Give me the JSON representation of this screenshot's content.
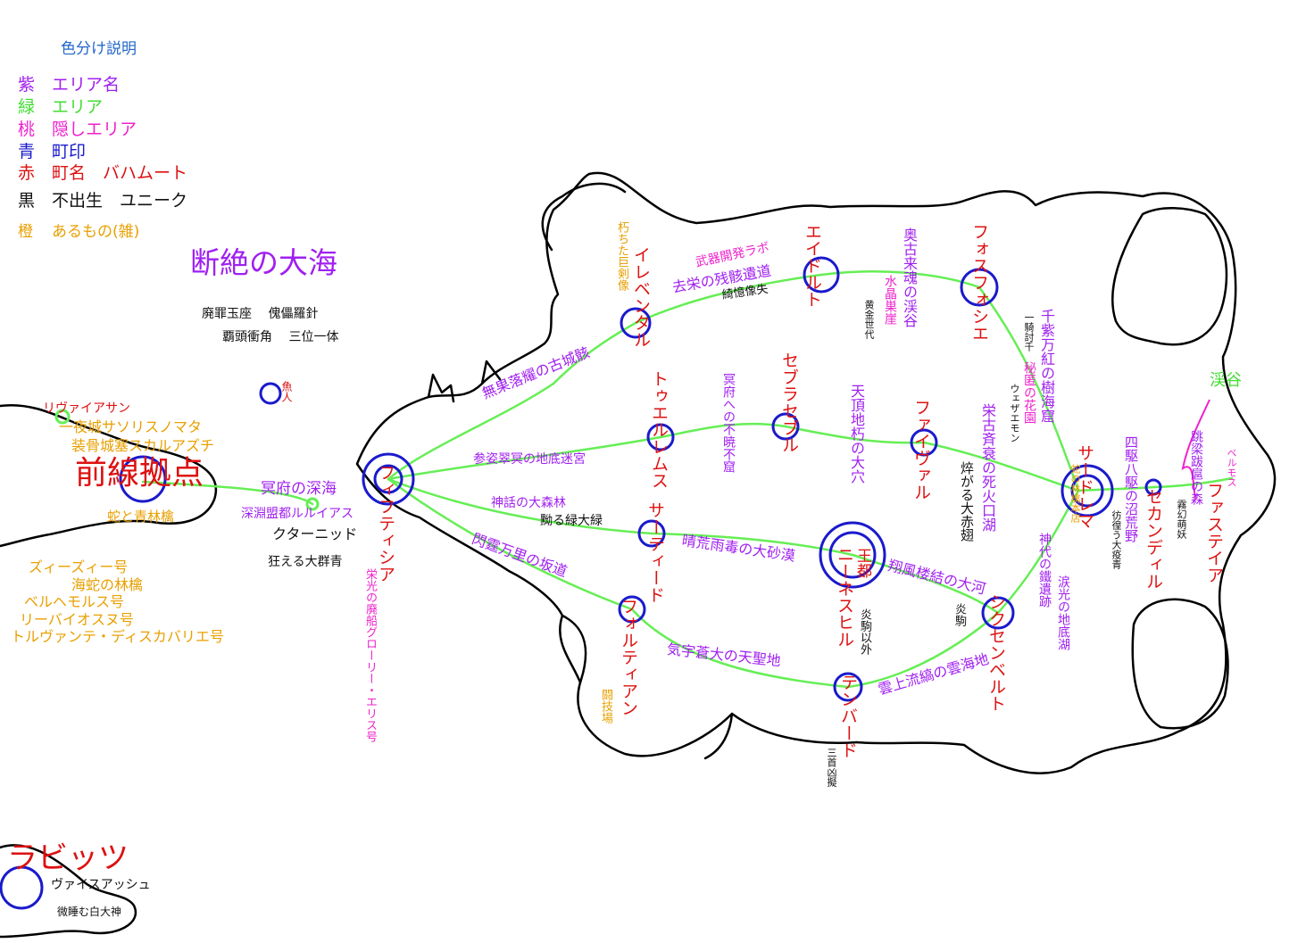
{
  "colors": {
    "area_name": "#a020f0",
    "area_path": "#66ee55",
    "hidden_area": "#ee22cc",
    "town_mark": "#1a1acc",
    "town_name": "#dd1111",
    "unique": "#111111",
    "misc": "#e8a000",
    "legend_title": "#2266cc"
  },
  "legend": {
    "title": "色分け説明",
    "rows": [
      {
        "key": "紫",
        "label": "エリア名"
      },
      {
        "key": "緑",
        "label": "エリア"
      },
      {
        "key": "桃",
        "label": "隠しエリア"
      },
      {
        "key": "青",
        "label": "町印"
      },
      {
        "key": "赤",
        "label": "町名　バハムート"
      },
      {
        "key": "黒",
        "label": "不出生　ユニーク"
      },
      {
        "key": "橙",
        "label": "あるもの(雑)"
      }
    ]
  },
  "sea": {
    "title": "断絶の大海",
    "uniques_row1": "廃罪玉座　 傀儡羅針",
    "uniques_row2": "覇頭衝角　 三位一体",
    "fish_town": "魚人"
  },
  "frontline": {
    "name": "前線拠点",
    "leviathan": "リヴァイアサン",
    "ships_top": [
      "一夜城サソリスノマタ",
      "装骨城塞スカルアズチ"
    ],
    "sub": "蛇と青林檎",
    "ships_bottom": [
      "ズィーズィー号",
      "海蛇の林檎",
      "ベルヘモルス号",
      "リーバイオスヌ号",
      "トルヴァンテ・ディスカバリエ号"
    ]
  },
  "deep_sea": {
    "area": "冥府の深海",
    "sub": "深淵盟都ルルイアス",
    "unique1": "クターニッド",
    "unique2": "狂える大群青"
  },
  "rabbits": {
    "town": "ラビッツ",
    "unique1": "ヴァイスアッシュ",
    "unique2": "微睡む白大神"
  },
  "towns": {
    "fifthia": "フィフティシア",
    "eleventhal": "イレベンタル",
    "twelfms": "トゥエルレムス",
    "thirtyd": "サーティード",
    "fortian": "フォルティアン",
    "eidolt": "エイドルト",
    "sebraseble": "セブラセブル",
    "capital_mark": "王都",
    "capital": "ニーネスヒル",
    "tenbard": "テンバード",
    "fosfoshie": "フォスフォシエ",
    "faival": "ファイヴァル",
    "sigsenbelt": "シクセンベルト",
    "thirdrema": "サードレマ",
    "secondil": "セカンディル",
    "firsteia": "ファステイア"
  },
  "areas": {
    "mukaraku": "無果落耀の古城骸",
    "kyoei": "去栄の残骸遺道",
    "sanshi": "参姿翠冥の地底迷宮",
    "shinwa": "神話の大森林",
    "senrei": "閃霆万里の坂道",
    "seiko": "晴荒雨毒の大砂漠",
    "kiu": "気宇蒼大の天聖地",
    "meifu": "冥府への不暁不窟",
    "tencho": "天頂地朽の大穴",
    "okuko": "奥古来魂の渓谷",
    "eiko": "栄古斉衰の死火口湖",
    "shoho": "翔風楼結の大河",
    "unjo": "雲上流縞の雲海地",
    "senshi": "千紫万紅の樹海窟",
    "shinyo": "神代の鐵遺跡",
    "ruikou": "涙光の地底湖",
    "shiku": "四駆八駆の沼荒野",
    "chouryou": "跳梁跋扈の森"
  },
  "hidden": {
    "buki": "武器開発ラボ",
    "suisho": "水晶巣崖",
    "himitsu": "秘匿の花園",
    "keikoku": "渓谷",
    "bell": "ベルモス"
  },
  "uniques": {
    "kioku": "綺憶像失",
    "ougon": "黄金世代",
    "ikki": "一騎討千",
    "uezaemon": "ウェザエモン",
    "hasugaru": "焠がる大赤翅",
    "sudaru": "黝る緑大緑",
    "enku_ikai": "炎駒以外",
    "enku": "炎駒",
    "sanshu": "三首凶擬",
    "houkou": "彷徨う大疫青",
    "mugen": "霧幻萌妖"
  },
  "misc": {
    "kuchita": "朽ちた巨剣像",
    "touginjo": "闘技場",
    "eiko_ship": "栄光の廃船グローリー・エリス号",
    "hebi_ringo": "蛇の林檎本店"
  }
}
